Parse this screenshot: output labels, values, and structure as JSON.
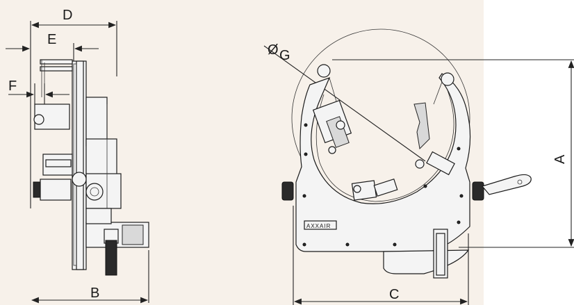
{
  "colors": {
    "panel_background": "#f7f1ea",
    "page_background": "#ffffff",
    "line": "#222222"
  },
  "dimensions": {
    "A": "A",
    "B": "B",
    "C": "C",
    "D": "D",
    "E": "E",
    "F": "F",
    "G": "G"
  },
  "nameplate": {
    "text": "AXXAIR"
  },
  "diameter_symbol": "Ø"
}
